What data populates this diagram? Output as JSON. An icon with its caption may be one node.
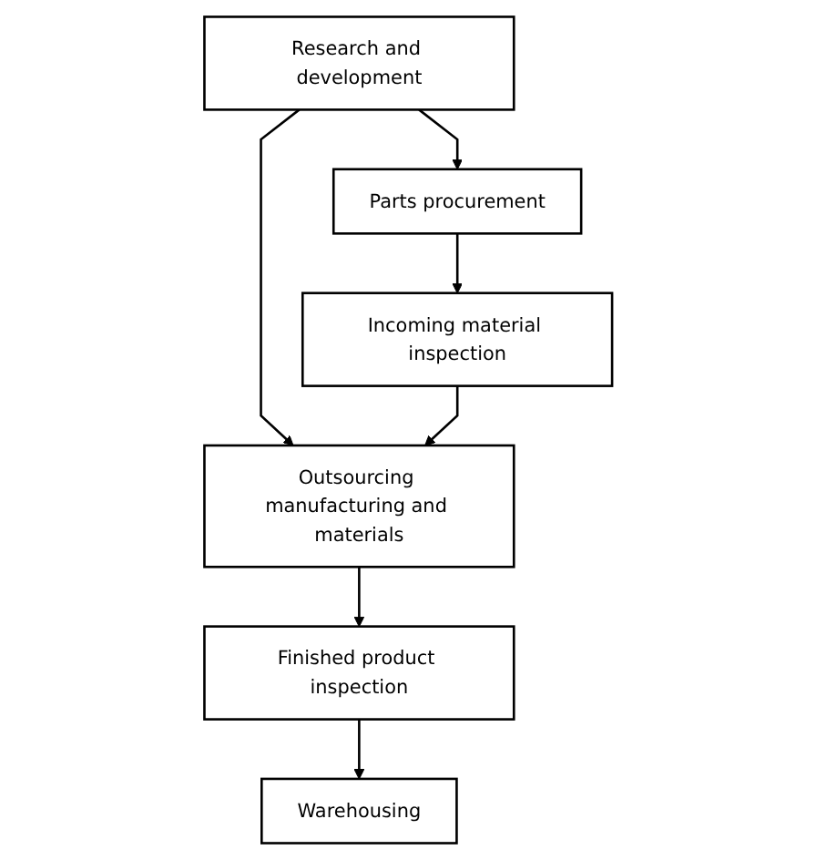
{
  "diagram": {
    "nodes": [
      {
        "text": [
          "Research and development"
        ]
      },
      {
        "text": [
          "Parts procurement"
        ]
      },
      {
        "text": [
          "Incoming material inspection"
        ]
      },
      {
        "text": [
          "Outsourcing manufacturing and materials"
        ]
      },
      {
        "text": [
          "Finished product inspection"
        ]
      },
      {
        "text": [
          "Warehousing"
        ]
      }
    ],
    "edges": [
      {
        "from": 0,
        "to": 1,
        "arrow": "to"
      },
      {
        "from": 0,
        "to": 3,
        "arrow": "to"
      },
      {
        "from": 1,
        "to": 2,
        "arrow": "to"
      },
      {
        "from": 2,
        "to": 3,
        "arrow": "to"
      },
      {
        "from": 3,
        "to": 4,
        "arrow": "to"
      },
      {
        "from": 4,
        "to": 5,
        "arrow": "to"
      }
    ]
  }
}
